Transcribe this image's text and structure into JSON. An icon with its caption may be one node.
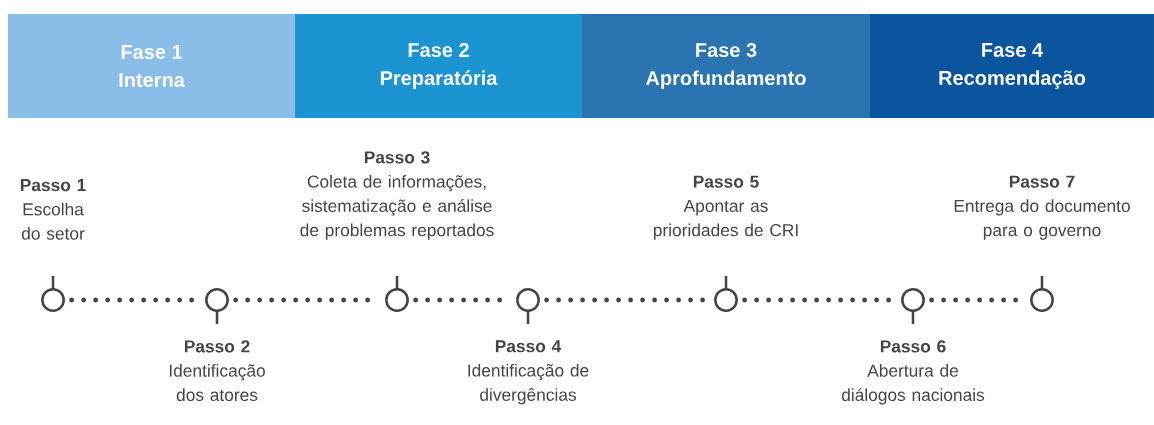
{
  "diagram": {
    "nodes": [
      {
        "text": [
          "Fase 1",
          "Interna"
        ]
      },
      {
        "text": [
          "Fase 2",
          "Preparatória"
        ]
      },
      {
        "text": [
          "Fase 3",
          "Aprofundamento"
        ]
      },
      {
        "text": [
          "Fase 4",
          "Recomendação"
        ]
      },
      {
        "text": [
          "Passo 1",
          "Escolha do setor"
        ]
      },
      {
        "text": [
          "Passo 3",
          "Coleta de informações, sistematização e análise de problemas reportados"
        ]
      },
      {
        "text": [
          "Passo 5",
          "Apontar as prioridades de CRI"
        ]
      },
      {
        "text": [
          "Passo 7",
          "Entrega do documento para o governo"
        ]
      },
      {
        "text": [],
        "shape": "circle"
      },
      {
        "text": [],
        "shape": "circle"
      },
      {
        "text": [],
        "shape": "circle"
      },
      {
        "text": [],
        "shape": "circle"
      },
      {
        "text": [],
        "shape": "circle"
      },
      {
        "text": [],
        "shape": "circle"
      },
      {
        "text": [],
        "shape": "circle"
      },
      {
        "text": [
          "Passo 2",
          "Identificação dos atores"
        ]
      },
      {
        "text": [
          "Passo 4",
          "Identificação de divergências"
        ]
      },
      {
        "text": [
          "Passo 6",
          "Abertura de diálogos nacionais"
        ]
      }
    ],
    "edges": [
      {
        "from": 8,
        "to": 9,
        "arrow": "none",
        "style": "dashed"
      },
      {
        "from": 9,
        "to": 10,
        "arrow": "none",
        "style": "dashed"
      },
      {
        "from": 10,
        "to": 11,
        "arrow": "none",
        "style": "dashed"
      },
      {
        "from": 11,
        "to": 12,
        "arrow": "none",
        "style": "dashed"
      },
      {
        "from": 12,
        "to": 13,
        "arrow": "none",
        "style": "dashed"
      },
      {
        "from": 13,
        "to": 14,
        "arrow": "none",
        "style": "dashed"
      }
    ]
  }
}
